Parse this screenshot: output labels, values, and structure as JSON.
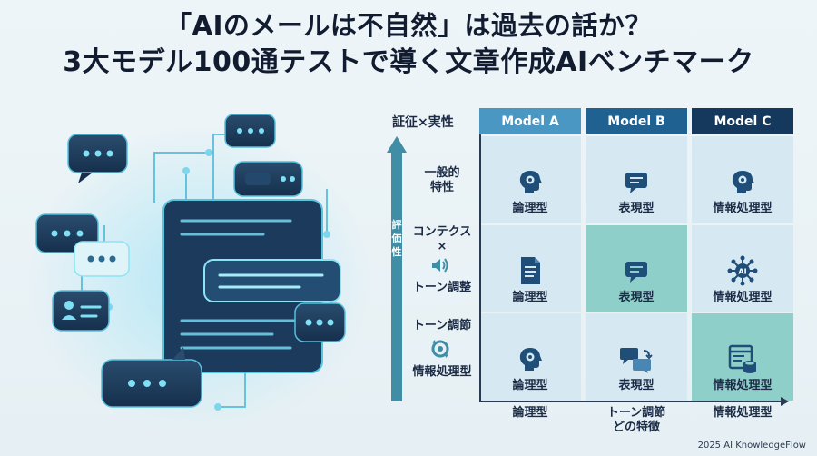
{
  "title": {
    "line1": "「AIのメールは不自然」は過去の話か？",
    "line2": "3大モデル100通テストで導く文章作成AIベンチマーク"
  },
  "matrix": {
    "top_label": "証征×実性",
    "columns": [
      "Model A",
      "Model B",
      "Model C"
    ],
    "y_axis_label": [
      "評",
      "価",
      "性"
    ],
    "rows": [
      {
        "label_lines": [
          "一般的",
          "特性"
        ]
      },
      {
        "label_lines": [
          "コンテクス",
          "×"
        ],
        "label_bottom": "トーン調整",
        "icon": "speaker-icon"
      },
      {
        "label_top": "トーン調節",
        "label_bottom": "情報処理型",
        "icon": "cycle-gear-icon"
      }
    ],
    "cells": [
      [
        {
          "label": "論理型",
          "icon": "head-gear-icon"
        },
        {
          "label": "表現型",
          "icon": "chat-bubble-icon"
        },
        {
          "label": "情報処理型",
          "icon": "head-gear-icon"
        }
      ],
      [
        {
          "label": "論理型",
          "icon": "document-icon"
        },
        {
          "label": "表現型",
          "icon": "chat-bubble-icon"
        },
        {
          "label": "情報処理型",
          "icon": "ai-network-icon"
        }
      ],
      [
        {
          "label": "論理型",
          "icon": "head-gear-icon"
        },
        {
          "label": "表現型",
          "icon": "chat-exchange-icon"
        },
        {
          "label": "情報処理型",
          "icon": "database-window-icon"
        }
      ]
    ],
    "x_labels": [
      {
        "lines": [
          "論理型"
        ]
      },
      {
        "lines": [
          "トーン調節",
          "どの特徴"
        ]
      },
      {
        "lines": [
          "情報処理型"
        ]
      }
    ]
  },
  "colors": {
    "col_a": "#4a97c4",
    "col_b": "#1f6191",
    "col_c": "#14395c",
    "cell_light": "#d6e9f2",
    "cell_teal": "#8fcfc9",
    "axis": "#3f8ea6"
  },
  "footer": "2025 AI KnowledgeFlow"
}
